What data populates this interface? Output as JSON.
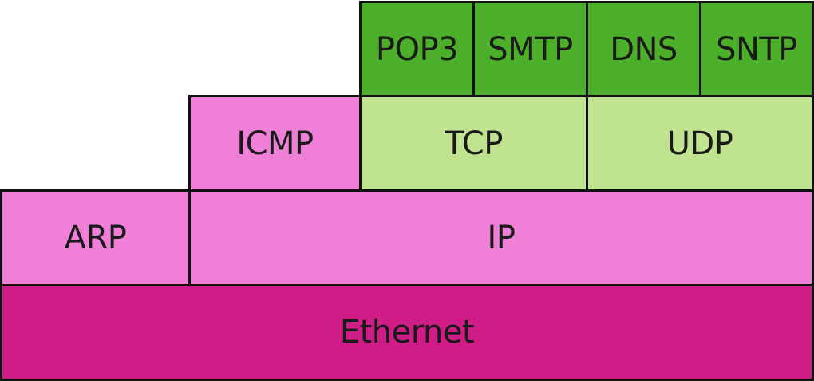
{
  "colors": {
    "application": "#4caf2a",
    "transport": "#bfe38e",
    "icmp": "#f07fd8",
    "network": "#f07fd8",
    "link": "#cf1c86",
    "border": "#111111",
    "text": "#1a1a1a"
  },
  "layers": {
    "application": [
      "POP3",
      "SMTP",
      "DNS",
      "SNTP"
    ],
    "transport": [
      "ICMP",
      "TCP",
      "UDP"
    ],
    "network": [
      "ARP",
      "IP"
    ],
    "link": [
      "Ethernet"
    ]
  }
}
